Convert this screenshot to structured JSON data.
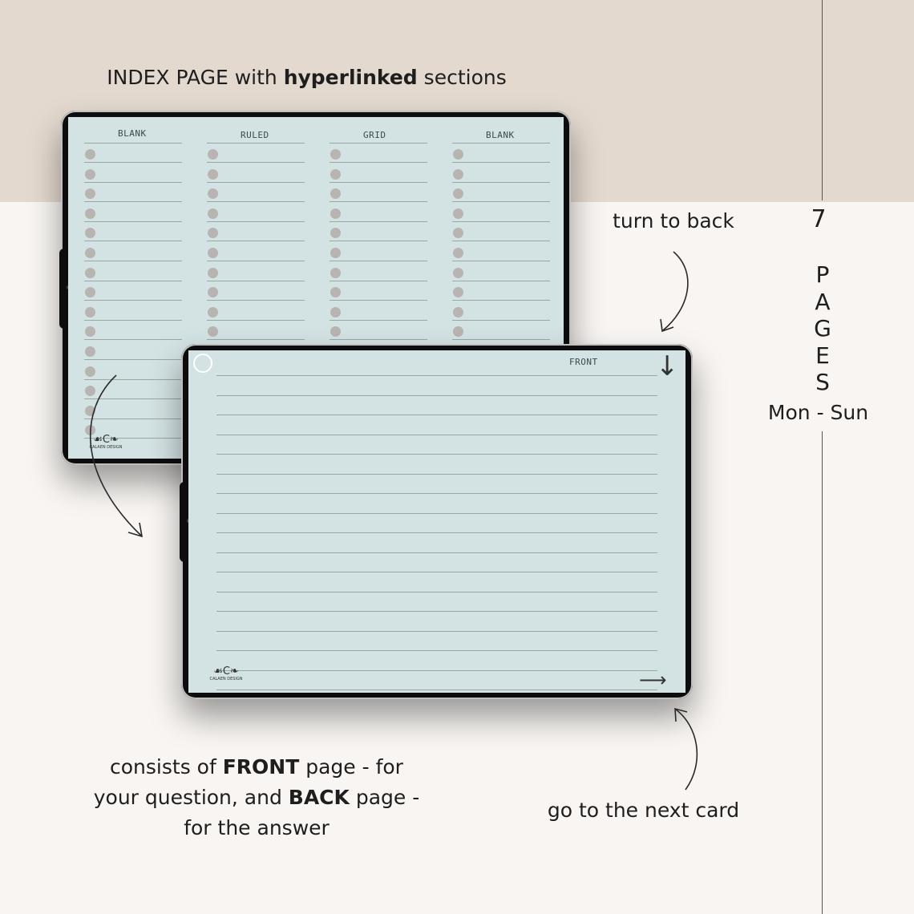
{
  "captions": {
    "index_pre": "INDEX PAGE with ",
    "index_bold": "hyperlinked",
    "index_post": " sections",
    "turn_to_back": "turn to back",
    "next_card": "go to the next card",
    "consists_1": "consists of ",
    "consists_front": "FRONT",
    "consists_2": " page - for",
    "consists_3": "your question, and ",
    "consists_back": "BACK",
    "consists_4": " page -",
    "consists_5": "for the answer"
  },
  "pages": {
    "count": "7",
    "letters": [
      "P",
      "A",
      "G",
      "E",
      "S"
    ],
    "days": "Mon - Sun"
  },
  "index_tablet": {
    "columns": [
      "BLANK",
      "RULED",
      "GRID",
      "BLANK"
    ],
    "logo_text": "CALAEN DESIGN",
    "logo_mark": "☙C❧"
  },
  "front_tablet": {
    "label": "FRONT",
    "logo_text": "CALAEN DESIGN",
    "logo_mark": "☙C❧",
    "down_arrow": "↓",
    "next_arrow": "⟶"
  },
  "colors": {
    "top_band": "#e3d9cf",
    "background": "#f8f5f2",
    "screen": "#d3e2e3"
  }
}
